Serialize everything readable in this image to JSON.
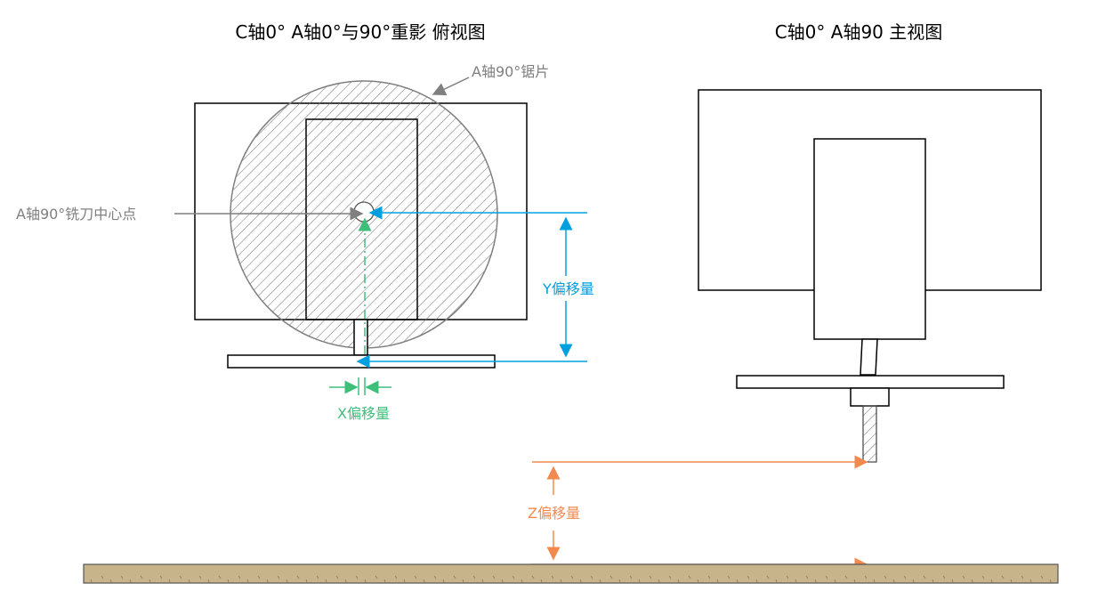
{
  "titles": {
    "left": "C轴0°  A轴0°与90°重影 俯视图",
    "right": "C轴0°  A轴90 主视图"
  },
  "labels": {
    "saw_blade": "A轴90°锯片",
    "cutter_center": "A轴90°铣刀中心点",
    "y_offset": "Y偏移量",
    "x_offset": "X偏移量",
    "z_offset": "Z偏移量"
  },
  "colors": {
    "outline": "#000000",
    "gray_annotation": "#7f7f7f",
    "y_offset": "#00a0e0",
    "x_offset": "#3dbf7a",
    "z_offset": "#f28a50",
    "ground_fill": "#c8b48a"
  },
  "icons": [
    "hatch-pattern",
    "wood-texture"
  ]
}
